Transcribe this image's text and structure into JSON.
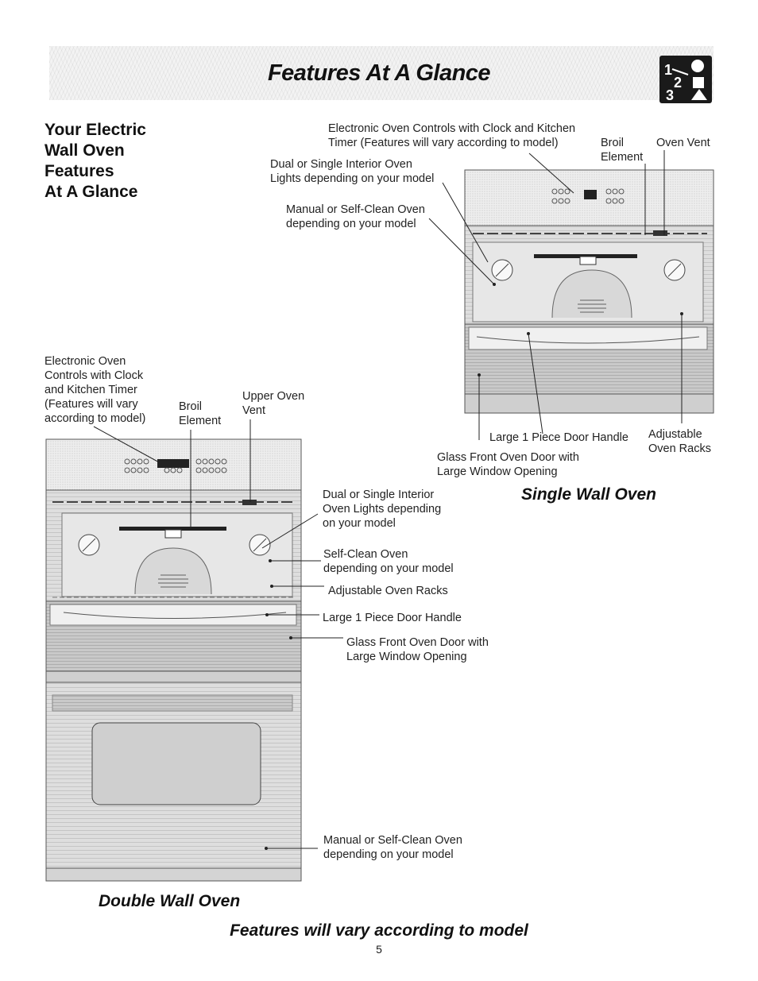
{
  "header": {
    "title": "Features At A Glance"
  },
  "side_title": {
    "lines": [
      "Your Electric",
      "Wall Oven",
      "Features",
      "At A Glance"
    ]
  },
  "single_oven": {
    "caption": "Single Wall Oven",
    "labels": {
      "controls_1": "Electronic Oven Controls with Clock and Kitchen",
      "controls_2": "Timer (Features will vary according to model)",
      "broil_1": "Broil",
      "broil_2": "Element",
      "vent": "Oven Vent",
      "lights_1": "Dual or Single Interior Oven",
      "lights_2": "Lights depending on your model",
      "clean_1": "Manual or Self-Clean Oven",
      "clean_2": "depending on your model",
      "handle": "Large 1 Piece Door Handle",
      "racks_1": "Adjustable",
      "racks_2": "Oven Racks",
      "door_1": "Glass Front Oven Door with",
      "door_2": "Large Window Opening"
    }
  },
  "double_oven": {
    "caption": "Double Wall Oven",
    "labels": {
      "controls_1": "Electronic Oven",
      "controls_2": "Controls with Clock",
      "controls_3": "and Kitchen Timer",
      "controls_4": "(Features will vary",
      "controls_5": "according to model)",
      "broil_1": "Broil",
      "broil_2": "Element",
      "vent_1": "Upper Oven",
      "vent_2": "Vent",
      "lights_1": "Dual or Single Interior",
      "lights_2": "Oven Lights depending",
      "lights_3": "on your model",
      "clean_1": "Self-Clean Oven",
      "clean_2": "depending on your model",
      "racks": "Adjustable Oven Racks",
      "handle": "Large 1 Piece Door Handle",
      "door_1": "Glass Front Oven Door with",
      "door_2": "Large Window Opening",
      "lower_1": "Manual or Self-Clean Oven",
      "lower_2": "depending on your model"
    }
  },
  "footer": {
    "note": "Features will vary according to model",
    "page_number": "5"
  }
}
